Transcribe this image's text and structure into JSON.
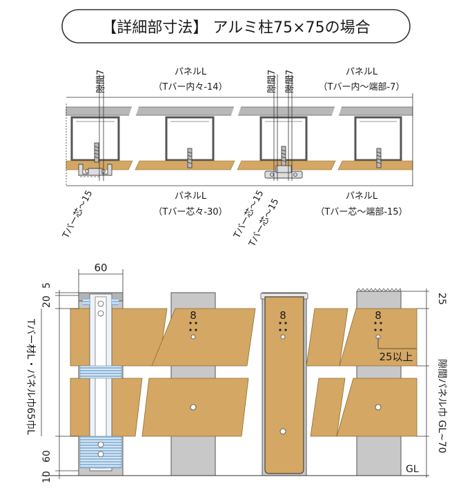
{
  "title": "【詳細部寸法】 アルミ柱75×75の場合",
  "top_view": {
    "gap_left": "隙間7",
    "panel_inner_left": "パネルL",
    "panel_inner_left_formula": "（Tバー内々-14）",
    "gap_mid_a": "隙間7",
    "gap_mid_b": "隙間7",
    "panel_inner_right": "パネルL",
    "panel_inner_right_formula": "（Tバー内～端部-7）",
    "tbar_core_left": "Tバー芯～15",
    "panel_core_mid": "パネルL",
    "panel_core_mid_formula": "（Tバー芯々-30）",
    "tbar_core_mid_a": "Tバー芯～15",
    "tbar_core_mid_b": "Tバー芯～15",
    "panel_core_right": "パネルL",
    "panel_core_right_formula": "（Tバー芯～端部-15）"
  },
  "front_view": {
    "width_60": "60",
    "dim_5": "5",
    "dim_20": "20",
    "dim_60_bottom": "60",
    "dim_10": "10",
    "tbar_length": "Tバー材L・パネル巾65巾L",
    "screw_8_a": "8",
    "screw_8_b": "8",
    "screw_8_c": "8",
    "dim_25": "25",
    "dim_25_more": "25以上",
    "gap_panel_width": "隙間パネル巾 GL~70",
    "gl": "GL"
  },
  "colors": {
    "wood": "#d4a764",
    "post": "#c8c8c8",
    "rail": "#b0b0b0",
    "stripe": "#8fb8dc"
  }
}
